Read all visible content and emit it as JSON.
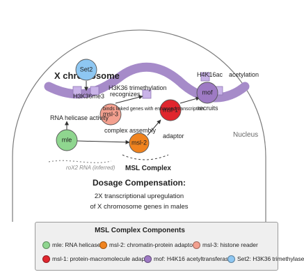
{
  "colors": {
    "chromosome": "#a68bc9",
    "mle": "#8fd68f",
    "msl2": "#f0831e",
    "msl3": "#f3a08f",
    "msl1": "#e0262e",
    "mof": "#9e7ac4",
    "set2": "#8ec7f2",
    "mark": "#c9b3e8"
  },
  "labels": {
    "chromosome": "X chromosome",
    "nucleus": "Nucleus",
    "msl_complex": "MSL Complex",
    "rox2": "roX2 RNA (inferred)",
    "mark_h3k36": "H3K36me3",
    "mark_h4k16": "H4K16ac",
    "trimethylation": "H3K36 trimethylation",
    "recognizes": "recognizes",
    "binds": "binds linked genes with enhanced transcription",
    "acetylation": "acetylation",
    "recruits": "recruits",
    "helicase_activity": "RNA helicase activity",
    "complex_assembly": "complex assembly",
    "adaptor": "adaptor"
  },
  "nodes": {
    "set2": "Set2",
    "msl3": "msl-3",
    "mle": "mle",
    "msl2": "msl-2",
    "msl1": "msl-1",
    "mof": "mof"
  },
  "dosage": {
    "title": "Dosage Compensation:",
    "line1": "2X transcriptional upregulation",
    "line2": "of X chromosome genes in males"
  },
  "legend": {
    "title": "MSL Complex Components",
    "items": [
      {
        "label": "mle: RNA helicase",
        "color": "#8fd68f"
      },
      {
        "label": "msl-2: chromatin-protein adaptor",
        "color": "#f0831e"
      },
      {
        "label": "msl-3: histone reader",
        "color": "#f3a08f"
      },
      {
        "label": "msl-1: protein-macromolecule adaptor",
        "color": "#e0262e"
      },
      {
        "label": "mof: H4K16 acetyltransferase",
        "color": "#9e7ac4"
      },
      {
        "label": "Set2: H3K36 trimethylase",
        "color": "#8ec7f2"
      }
    ]
  }
}
